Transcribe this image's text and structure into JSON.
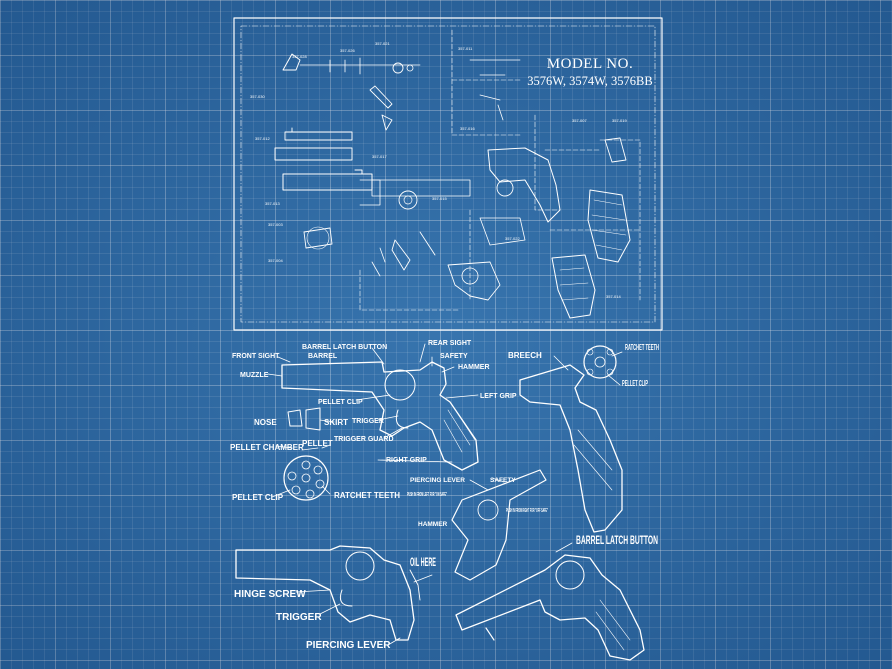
{
  "model": {
    "heading": "MODEL NO.",
    "numbers": "3576W, 3574W, 3576BB"
  },
  "labels": {
    "front_sight": "FRONT SIGHT",
    "barrel": "BARREL",
    "barrel_latch_button": "BARREL LATCH BUTTON",
    "rear_sight": "REAR SIGHT",
    "safety": "SAFETY",
    "hammer": "HAMMER",
    "muzzle": "MUZZLE",
    "pellet_clip_top": "PELLET CLIP",
    "left_grip": "LEFT GRIP",
    "trigger": "TRIGGER",
    "nose": "NOSE",
    "skirt": "SKIRT",
    "trigger_guard": "TRIGGER GUARD",
    "pellet_chamber": "PELLET CHAMBER",
    "pellet": "PELLET",
    "right_grip": "RIGHT GRIP",
    "pellet_clip_bottom": "PELLET CLIP",
    "ratchet_teeth_bottom": "RATCHET TEETH",
    "piercing_lever_mid": "PIERCING LEVER",
    "safety_mid": "SAFETY",
    "push_left": "PUSH IN FROM LEFT FOR \"ON SAFE\"",
    "push_right": "PUSH IN FROM RIGHT FOR \"OFF SAFE\"",
    "hammer_mid": "HAMMER",
    "breech": "BREECH",
    "ratchet_teeth_right": "RATCHET TEETH",
    "pellet_clip_right": "PELLET CLIP",
    "barrel_latch_button_large": "BARREL LATCH BUTTON",
    "oil_here": "OIL HERE",
    "hinge_screw": "HINGE SCREW",
    "trigger_bottom": "TRIGGER",
    "piercing_lever_bottom": "PIERCING LEVER"
  },
  "parts": [
    "357-028",
    "357-026",
    "357-021",
    "357-030",
    "357-012",
    "357-017",
    "357-013",
    "357-015",
    "357-011",
    "357-016",
    "357-007",
    "357-019",
    "357-003",
    "357-004",
    "357-022",
    "357-014"
  ],
  "colors": {
    "background": "#2b6ca9",
    "ink": "#ffffff"
  }
}
